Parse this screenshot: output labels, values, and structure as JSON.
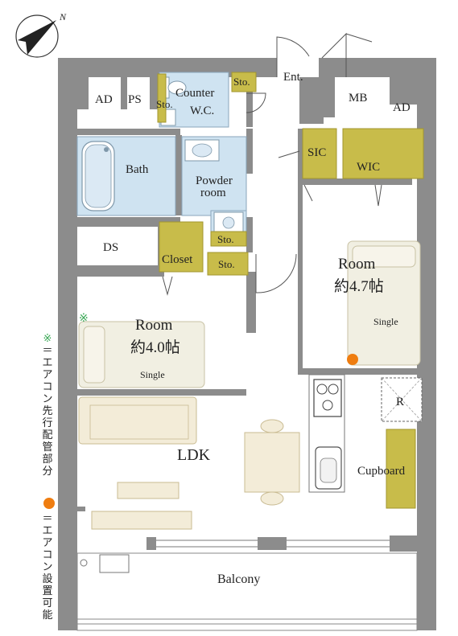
{
  "compass": {
    "north_label": "N"
  },
  "rooms": {
    "ad_left": "AD",
    "ps": "PS",
    "sto_top": "Sto.",
    "sto_wc": "Sto.",
    "counter": "Counter",
    "wc": "W.C.",
    "entrance": "Ent.",
    "mb": "MB",
    "ad_right": "AD",
    "bath": "Bath",
    "powder_1": "Powder",
    "powder_2": "room",
    "sic": "SIC",
    "wic": "WIC",
    "sto_powder": "Sto.",
    "ds": "DS",
    "closet": "Closet",
    "sto_hall": "Sto.",
    "room_right_1": "Room",
    "room_right_2": "約4.7帖",
    "room_right_bed": "Single",
    "room_left_1": "Room",
    "room_left_2": "約4.0帖",
    "room_left_bed": "Single",
    "ldk": "LDK",
    "fridge": "R",
    "cupboard": "Cupboard",
    "balcony": "Balcony"
  },
  "legend": {
    "green_mark": "※",
    "green_text": "＝エアコン先行配管部分",
    "orange_text": "＝エアコン設置可能"
  },
  "colors": {
    "wall": "#8c8c8c",
    "storage": "#c8bc4a",
    "wet_area": "#cfe3f1",
    "bed": "#f1efe2",
    "furniture": "#f3ecd8",
    "aircon_dot": "#ef7d10",
    "aircon_pipe": "#3aa856"
  }
}
